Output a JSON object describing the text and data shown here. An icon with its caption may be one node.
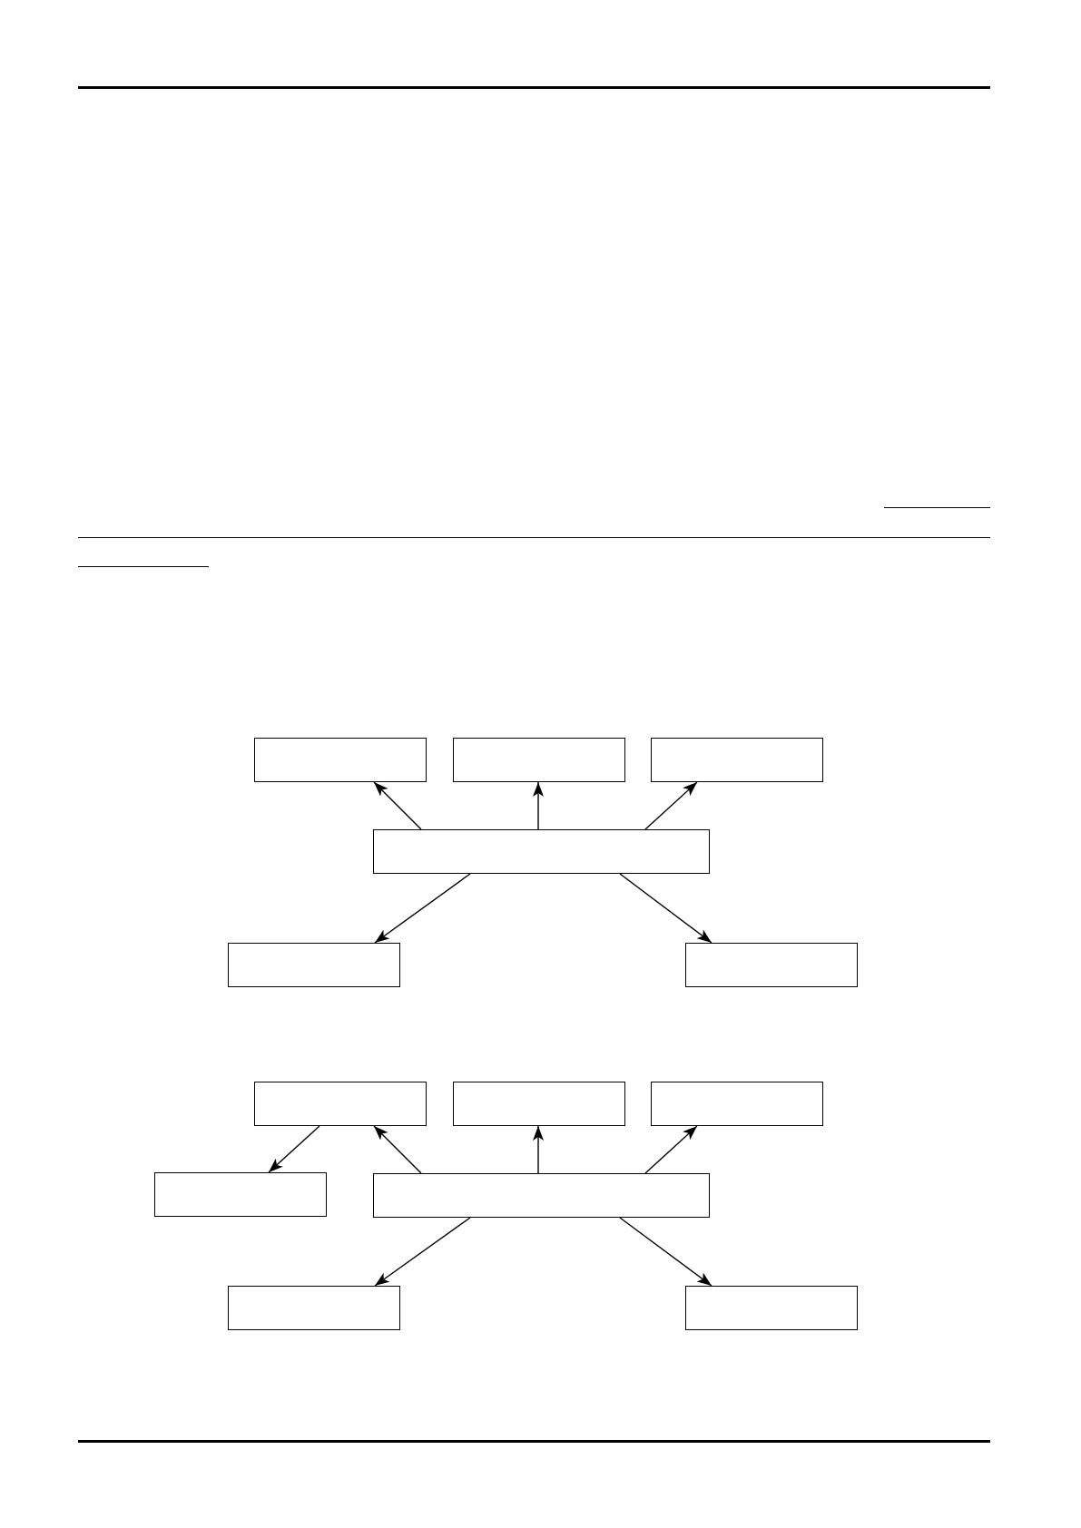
{
  "diagram": {
    "nodes": [
      {
        "text": [],
        "shape": "box"
      },
      {
        "text": [],
        "shape": "box"
      },
      {
        "text": [],
        "shape": "box"
      },
      {
        "text": [],
        "shape": "box"
      },
      {
        "text": [],
        "shape": "box"
      },
      {
        "text": [],
        "shape": "box"
      },
      {
        "text": [],
        "shape": "box"
      },
      {
        "text": [],
        "shape": "box"
      },
      {
        "text": [],
        "shape": "box"
      },
      {
        "text": [],
        "shape": "box"
      },
      {
        "text": [],
        "shape": "box"
      },
      {
        "text": [],
        "shape": "box"
      },
      {
        "text": [],
        "shape": "box"
      }
    ],
    "edges": [
      {
        "from": 3,
        "to": 0,
        "arrow": "to"
      },
      {
        "from": 3,
        "to": 1,
        "arrow": "to"
      },
      {
        "from": 3,
        "to": 2,
        "arrow": "to"
      },
      {
        "from": 3,
        "to": 4,
        "arrow": "to"
      },
      {
        "from": 3,
        "to": 5,
        "arrow": "to"
      },
      {
        "from": 6,
        "to": 9,
        "arrow": "to"
      },
      {
        "from": 10,
        "to": 6,
        "arrow": "to"
      },
      {
        "from": 10,
        "to": 7,
        "arrow": "to"
      },
      {
        "from": 10,
        "to": 8,
        "arrow": "to"
      },
      {
        "from": 10,
        "to": 11,
        "arrow": "to"
      },
      {
        "from": 10,
        "to": 12,
        "arrow": "to"
      }
    ]
  }
}
